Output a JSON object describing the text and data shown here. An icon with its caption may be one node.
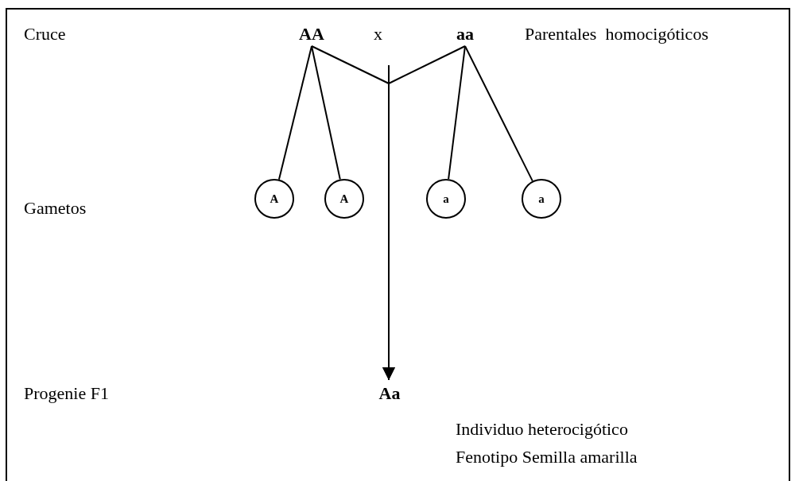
{
  "diagram": {
    "nodes": [
      {
        "text": [
          "AA"
        ]
      },
      {
        "text": [
          "aa"
        ]
      },
      {
        "text": [
          "A"
        ]
      },
      {
        "text": [
          "A"
        ]
      },
      {
        "text": [
          "a"
        ]
      },
      {
        "text": [
          "a"
        ]
      },
      {
        "text": [
          "Aa"
        ]
      }
    ],
    "edges": [
      {
        "from": 0,
        "to": 6,
        "arrow": "to"
      },
      {
        "from": 1,
        "to": 6,
        "arrow": "to"
      },
      {
        "from": 0,
        "to": 2,
        "arrow": "none"
      },
      {
        "from": 0,
        "to": 3,
        "arrow": "none"
      },
      {
        "from": 1,
        "to": 4,
        "arrow": "none"
      },
      {
        "from": 1,
        "to": 5,
        "arrow": "none"
      }
    ],
    "labels": [
      "Cruce",
      "x",
      "Parentales  homocigóticos",
      "Gametos",
      "Progenie F1",
      "Individuo heterocigótico",
      "Fenotipo Semilla amarilla"
    ]
  }
}
